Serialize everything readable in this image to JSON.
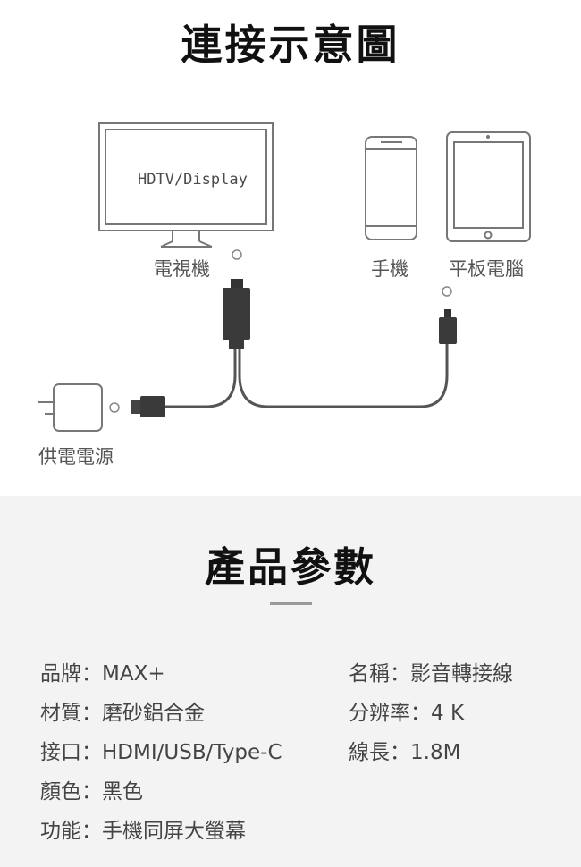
{
  "diagram": {
    "title": "連接示意圖",
    "screen_text": "HDTV/Display",
    "labels": {
      "tv": "電視機",
      "phone": "手機",
      "tablet": "平板電腦",
      "power": "供電電源"
    }
  },
  "specs": {
    "title": "產品參數",
    "left": [
      "品牌：MAX+",
      "材質：磨砂鋁合金",
      "接口：HDMI/USB/Type-C",
      "顏色：黑色",
      "功能：手機同屏大螢幕"
    ],
    "right": [
      "名稱：影音轉接線",
      "分辨率：4 K",
      "線長：1.8M"
    ]
  }
}
